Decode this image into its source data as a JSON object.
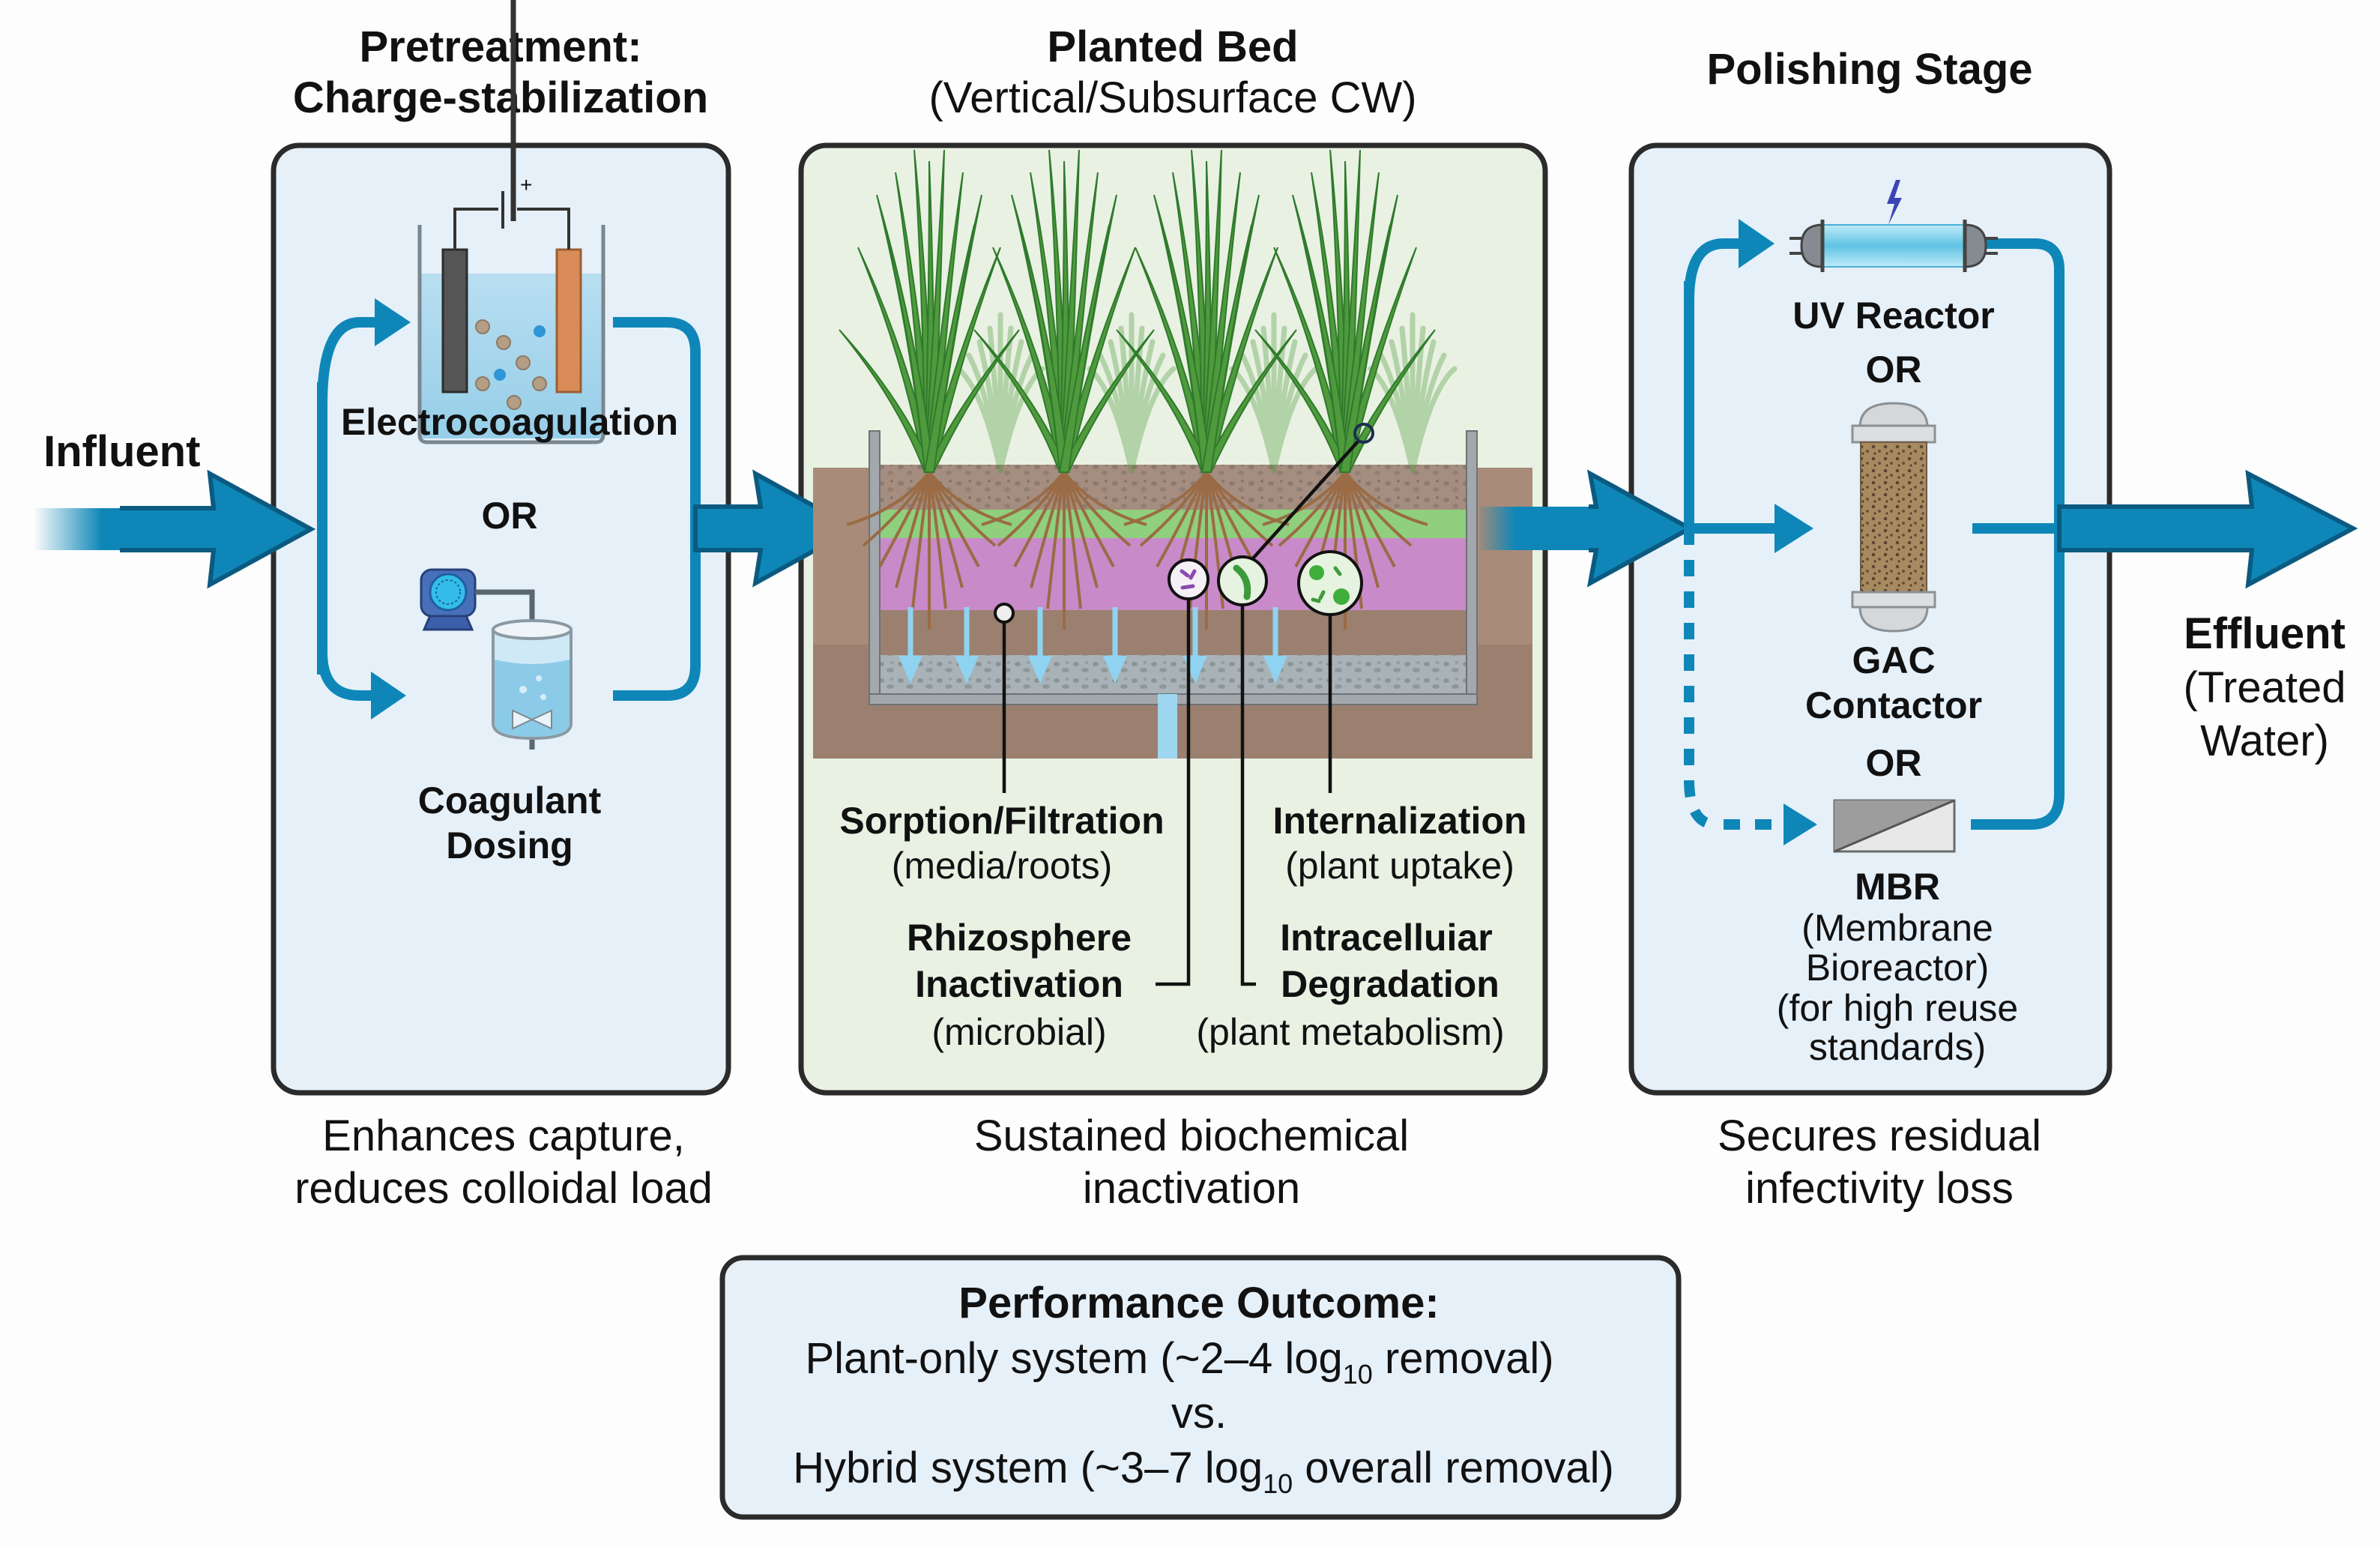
{
  "colors": {
    "flow_blue": "#0e87b8",
    "flow_blue_dark": "#0b5a80",
    "panel_fill_blue": "#e6f0f9",
    "panel_fill_green": "#e9f1e3",
    "panel_border": "#2b2b2b",
    "plant_green": "#4f9a3c",
    "root_brown": "#9a6b45",
    "soil_top": "#a58a78",
    "media_green": "#8fcf7d",
    "media_purple": "#c98ac9",
    "soil_lower": "#9b8070",
    "gravel": "#a7b0b4",
    "electrode_anode": "#d98c57",
    "electrode_cathode": "#555555",
    "uv_glow": "#9fdcef",
    "gac_media": "#8a6a44"
  },
  "flow": {
    "influent_label": "Influent",
    "effluent_label": "Effluent",
    "effluent_sub_1": "(Treated",
    "effluent_sub_2": "Water)"
  },
  "pretreatment": {
    "title_1": "Pretreatment:",
    "title_2": "Charge-stabilization",
    "option_1": "Electrocoagulation",
    "or": "OR",
    "option_2_line_1": "Coagulant",
    "option_2_line_2": "Dosing",
    "caption_1": "Enhances capture,",
    "caption_2": "reduces colloidal load",
    "icons": [
      "electrocoagulation-cell-icon",
      "dosing-pump-icon",
      "mixing-tank-icon"
    ]
  },
  "planted_bed": {
    "title_1": "Planted Bed",
    "title_2": "(Vertical/Subsurface CW)",
    "mechanisms": [
      {
        "name": "Sorption/Filtration",
        "detail": "(media/roots)"
      },
      {
        "name": "Internalization",
        "detail": "(plant uptake)"
      },
      {
        "name_1": "Rhizosphere",
        "name_2": "Inactivation",
        "detail": "(microbial)"
      },
      {
        "name_1": "Intracelluiar",
        "name_2": "Degradation",
        "detail": "(plant metabolism)"
      }
    ],
    "caption_1": "Sustained biochemical",
    "caption_2": "inactivation",
    "icons": [
      "reed-plant-icon",
      "particle-icon",
      "virus-icon",
      "bacterium-icon",
      "microbe-cluster-icon",
      "downflow-arrow-icon",
      "drain-outlet-icon"
    ]
  },
  "polishing": {
    "title": "Polishing Stage",
    "option_1": "UV Reactor",
    "or_1": "OR",
    "option_2_line_1": "GAC",
    "option_2_line_2": "Contactor",
    "or_2": "OR",
    "option_3": "MBR",
    "option_3_detail_1": "(Membrane",
    "option_3_detail_2": "Bioreactor)",
    "option_3_detail_3": "(for high reuse",
    "option_3_detail_4": "standards)",
    "caption_1": "Secures residual",
    "caption_2": "infectivity loss",
    "icons": [
      "uv-lamp-icon",
      "lightning-icon",
      "gac-column-icon",
      "membrane-module-icon"
    ]
  },
  "performance": {
    "title": "Performance Outcome:",
    "line_1_pre": "Plant-only system (~2–4 log",
    "line_1_sub": "10",
    "line_1_post": " removal)",
    "vs": "vs.",
    "line_2_pre": "Hybrid system (~3–7 log",
    "line_2_sub": "10",
    "line_2_post": " overall removal)",
    "plant_only_log_removal": [
      2,
      4
    ],
    "hybrid_log_removal": [
      3,
      7
    ]
  }
}
